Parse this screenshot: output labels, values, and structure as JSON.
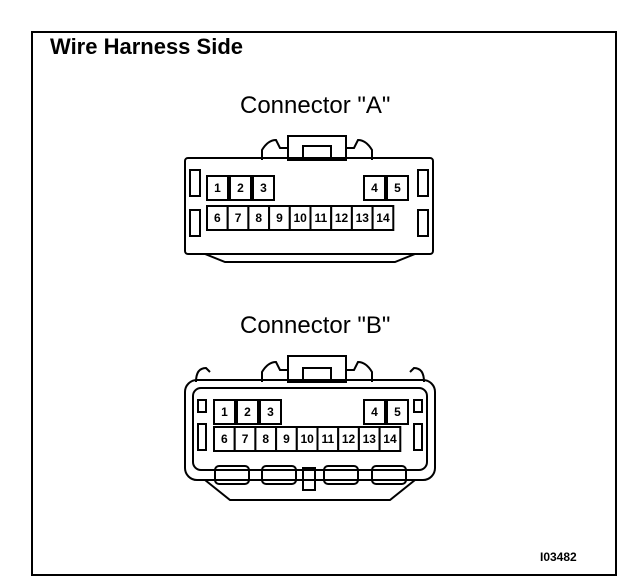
{
  "title": "Wire Harness Side",
  "figure_id": "I03482",
  "connectors": [
    {
      "label": "Connector \"A\"",
      "pins_top": [
        "1",
        "2",
        "3",
        "4",
        "5"
      ],
      "pins_bottom": [
        "6",
        "7",
        "8",
        "9",
        "10",
        "11",
        "12",
        "13",
        "14"
      ]
    },
    {
      "label": "Connector \"B\"",
      "pins_top": [
        "1",
        "2",
        "3",
        "4",
        "5"
      ],
      "pins_bottom": [
        "6",
        "7",
        "8",
        "9",
        "10",
        "11",
        "12",
        "13",
        "14"
      ]
    }
  ]
}
